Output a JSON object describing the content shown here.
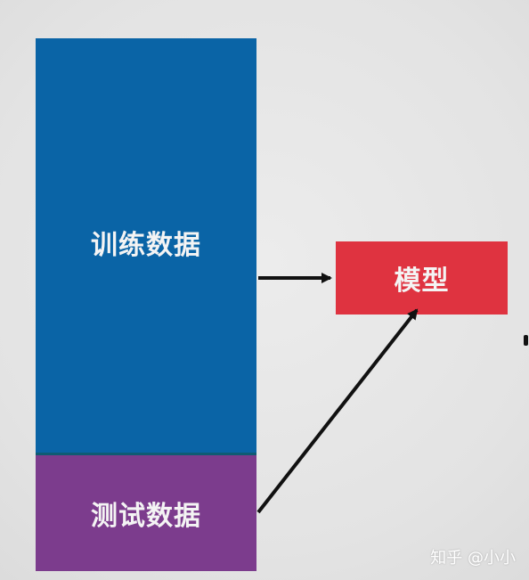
{
  "diagram": {
    "nodes": {
      "train": {
        "label": "训练数据",
        "color": "#0a64a6"
      },
      "test": {
        "label": "测试数据",
        "color": "#7c3c8d"
      },
      "model": {
        "label": "模型",
        "color": "#df3340"
      }
    },
    "edges": [
      {
        "from": "train",
        "to": "model"
      },
      {
        "from": "test",
        "to": "model"
      }
    ]
  },
  "watermark": {
    "text": "知乎 @小小"
  }
}
